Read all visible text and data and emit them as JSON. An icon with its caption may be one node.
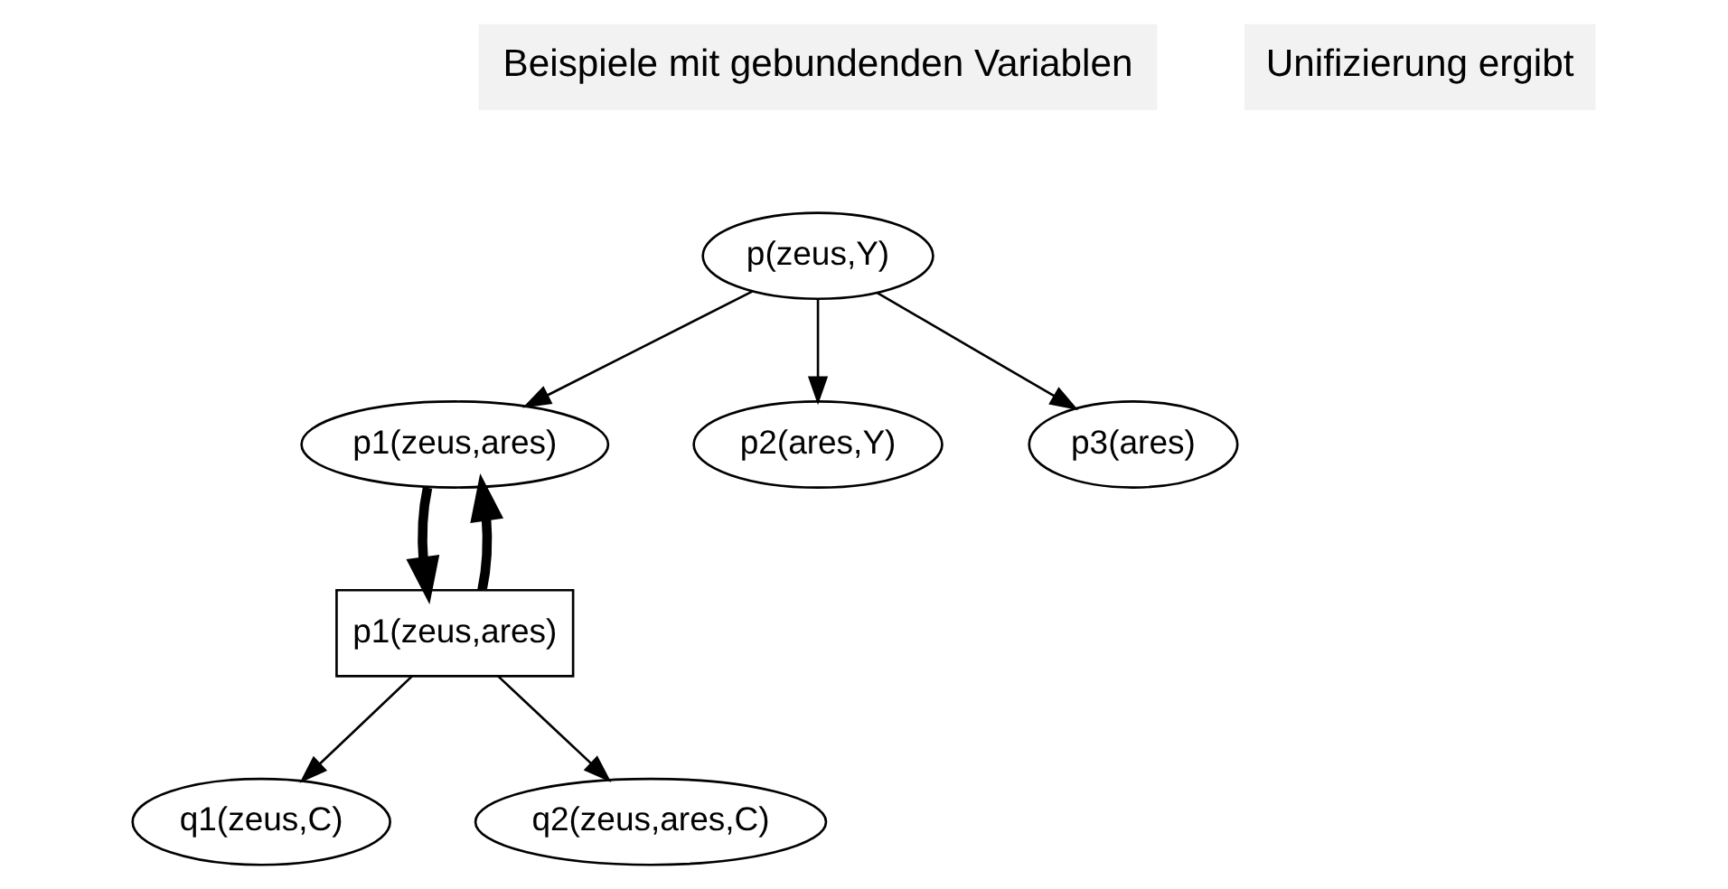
{
  "diagram": {
    "nodes": [
      {
        "text": [
          "p(zeus,Y)"
        ]
      },
      {
        "text": [
          "p1(zeus,ares)"
        ]
      },
      {
        "text": [
          "p2(ares,Y)"
        ]
      },
      {
        "text": [
          "p3(ares)"
        ]
      },
      {
        "text": [
          "p1(zeus,ares)"
        ]
      },
      {
        "text": [
          "q1(zeus,C)"
        ]
      },
      {
        "text": [
          "q2(zeus,ares,C)"
        ]
      }
    ],
    "edges": [
      {
        "from": 0,
        "to": 1,
        "arrow": "to"
      },
      {
        "from": 0,
        "to": 2,
        "arrow": "to"
      },
      {
        "from": 0,
        "to": 3,
        "arrow": "to"
      },
      {
        "from": 1,
        "to": 4,
        "arrow": "to",
        "style": "thick"
      },
      {
        "from": 4,
        "to": 1,
        "arrow": "to",
        "style": "thick"
      },
      {
        "from": 4,
        "to": 5,
        "arrow": "to"
      },
      {
        "from": 4,
        "to": 6,
        "arrow": "to"
      }
    ],
    "labels": [
      "Beispiele mit gebundenden Variablen",
      "Unifizierung ergibt"
    ]
  }
}
